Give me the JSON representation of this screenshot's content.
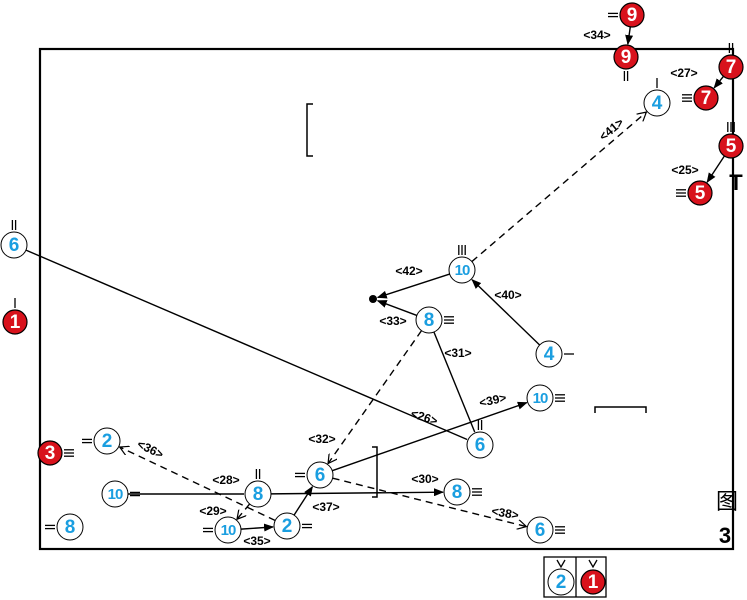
{
  "figure_label": "图",
  "figure_number": "3",
  "colors": {
    "blue_fill": "#ffffff",
    "blue_stroke": "#1a9ee0",
    "blue_text": "#1a9ee0",
    "red_fill": "#d8121c",
    "red_text": "#ffffff",
    "line": "#000000"
  },
  "legend": [
    {
      "num": "2",
      "type": "blue"
    },
    {
      "num": "1",
      "type": "red"
    }
  ],
  "t_marker": "T",
  "nodes": [
    {
      "id": "r9top",
      "num": "9",
      "type": "red"
    },
    {
      "id": "r9",
      "num": "9",
      "type": "red"
    },
    {
      "id": "r7top",
      "num": "7",
      "type": "red"
    },
    {
      "id": "r7",
      "num": "7",
      "type": "red"
    },
    {
      "id": "r5top",
      "num": "5",
      "type": "red"
    },
    {
      "id": "r5",
      "num": "5",
      "type": "red"
    },
    {
      "id": "r1",
      "num": "1",
      "type": "red"
    },
    {
      "id": "r3",
      "num": "3",
      "type": "red"
    },
    {
      "id": "b4top",
      "num": "4",
      "type": "blue"
    },
    {
      "id": "b6left",
      "num": "6",
      "type": "blue"
    },
    {
      "id": "b10a",
      "num": "10",
      "type": "blue"
    },
    {
      "id": "b8a",
      "num": "8",
      "type": "blue"
    },
    {
      "id": "b4mid",
      "num": "4",
      "type": "blue"
    },
    {
      "id": "b10b",
      "num": "10",
      "type": "blue"
    },
    {
      "id": "b6mid",
      "num": "6",
      "type": "blue"
    },
    {
      "id": "b2a",
      "num": "2",
      "type": "blue"
    },
    {
      "id": "b6c",
      "num": "6",
      "type": "blue"
    },
    {
      "id": "b8b",
      "num": "8",
      "type": "blue"
    },
    {
      "id": "b10c",
      "num": "10",
      "type": "blue"
    },
    {
      "id": "b8c",
      "num": "8",
      "type": "blue"
    },
    {
      "id": "b8d",
      "num": "8",
      "type": "blue"
    },
    {
      "id": "b10d",
      "num": "10",
      "type": "blue"
    },
    {
      "id": "b2b",
      "num": "2",
      "type": "blue"
    },
    {
      "id": "b6r",
      "num": "6",
      "type": "blue"
    }
  ],
  "moves": [
    {
      "label": "<34>"
    },
    {
      "label": "<27>"
    },
    {
      "label": "<25>"
    },
    {
      "label": "<41>"
    },
    {
      "label": "<42>"
    },
    {
      "label": "<33>"
    },
    {
      "label": "<40>"
    },
    {
      "label": "<31>"
    },
    {
      "label": "<39>"
    },
    {
      "label": "<26>"
    },
    {
      "label": "<32>"
    },
    {
      "label": "<36>"
    },
    {
      "label": "<28>"
    },
    {
      "label": "<30>"
    },
    {
      "label": "<29>"
    },
    {
      "label": "<37>"
    },
    {
      "label": "<35>"
    },
    {
      "label": "<38>"
    }
  ]
}
